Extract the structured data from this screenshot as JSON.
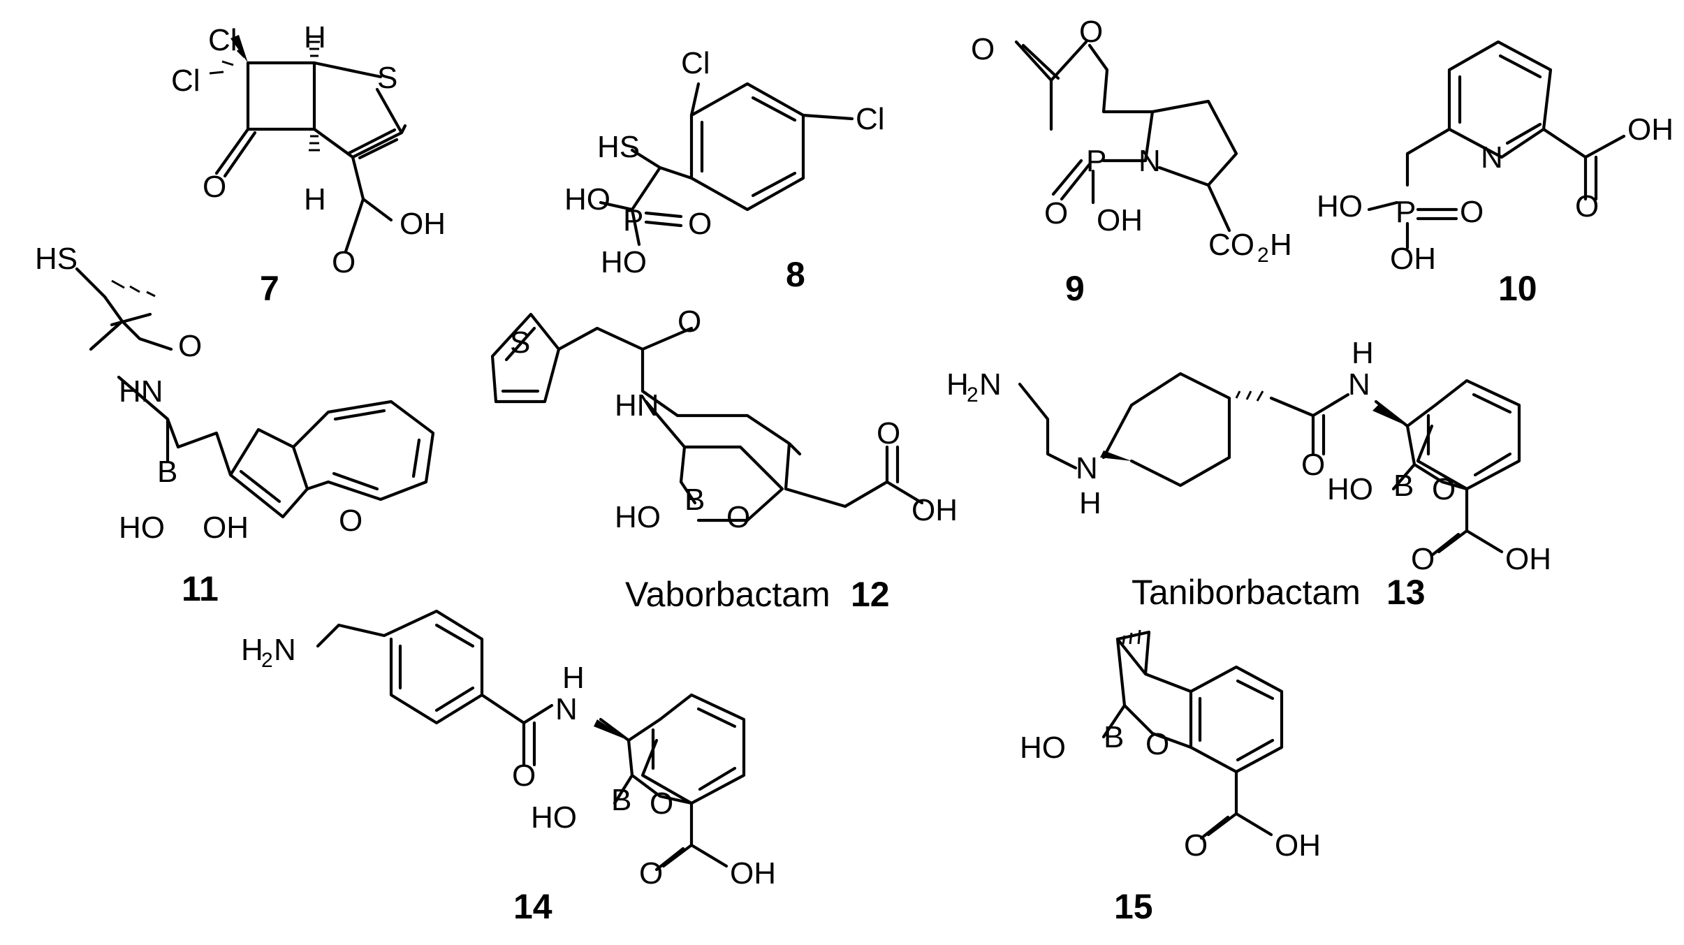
{
  "colors": {
    "ink": "#000000",
    "background": "#ffffff"
  },
  "labels": {
    "c7": "7",
    "c8": "8",
    "c9": "9",
    "c10": "10",
    "c11": "11",
    "c12_name": "Vaborbactam",
    "c12": "12",
    "c13_name": "Taniborbactam",
    "c13": "13",
    "c14": "14",
    "c15": "15"
  },
  "atoms": {
    "Cl": "Cl",
    "H": "H",
    "S": "S",
    "O": "O",
    "OH": "OH",
    "HO": "HO",
    "HS": "HS",
    "P": "P",
    "N": "N",
    "B": "B",
    "HN": "HN",
    "H2": "H",
    "sub2": "2",
    "CO": "CO"
  }
}
